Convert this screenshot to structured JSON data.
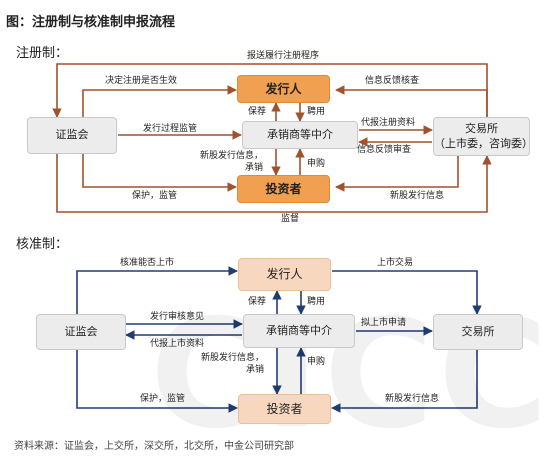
{
  "header": {
    "title": "图：注册制与核准制申报流程"
  },
  "registration": {
    "title": "注册制：",
    "nodes": {
      "regulator": "证监会",
      "issuer": "发行人",
      "underwriter": "承销商等中介",
      "investor": "投资者",
      "exchange_line1": "交易所",
      "exchange_line2": "（上市委，咨询委）"
    },
    "labels": {
      "top_loop": "报送履行注册程序",
      "decide": "决定注册是否生效",
      "supervise_process": "发行过程监管",
      "protect": "保护，监管",
      "bottom_loop": "监督",
      "recommend": "保荐",
      "hire": "聘用",
      "ipo_info_line1": "新股发行信息，",
      "ipo_info_line2": "承销",
      "subscribe": "申购",
      "feedback_review": "信息反馈核查",
      "submit_docs": "代报注册资料",
      "feedback_audit": "信息反馈审查",
      "ipo_info_exchange": "新股发行信息"
    }
  },
  "approval": {
    "title": "核准制：",
    "nodes": {
      "regulator": "证监会",
      "issuer": "发行人",
      "underwriter": "承销商等中介",
      "investor": "投资者",
      "exchange": "交易所"
    },
    "labels": {
      "approve_listing": "核准能否上市",
      "listing_trade": "上市交易",
      "review_opinion": "发行审核意见",
      "submit_listing_docs": "代报上市资料",
      "apply_listing": "拟上市申请",
      "protect": "保护，监管",
      "recommend": "保荐",
      "hire": "聘用",
      "ipo_info_line1": "新股发行信息，",
      "ipo_info_line2": "承销",
      "subscribe": "申购",
      "ipo_info_exchange": "新股发行信息"
    }
  },
  "source": "资料来源：证监会，上交所，深交所，北交所，中金公司研究部",
  "watermark": "CICC",
  "colors": {
    "registration_arrow": "#a0522d",
    "approval_arrow": "#1f3d73",
    "issuer_fill": "#f0a050",
    "approval_issuer_fill": "#f7d8bf",
    "node_gray": "#ececec"
  }
}
